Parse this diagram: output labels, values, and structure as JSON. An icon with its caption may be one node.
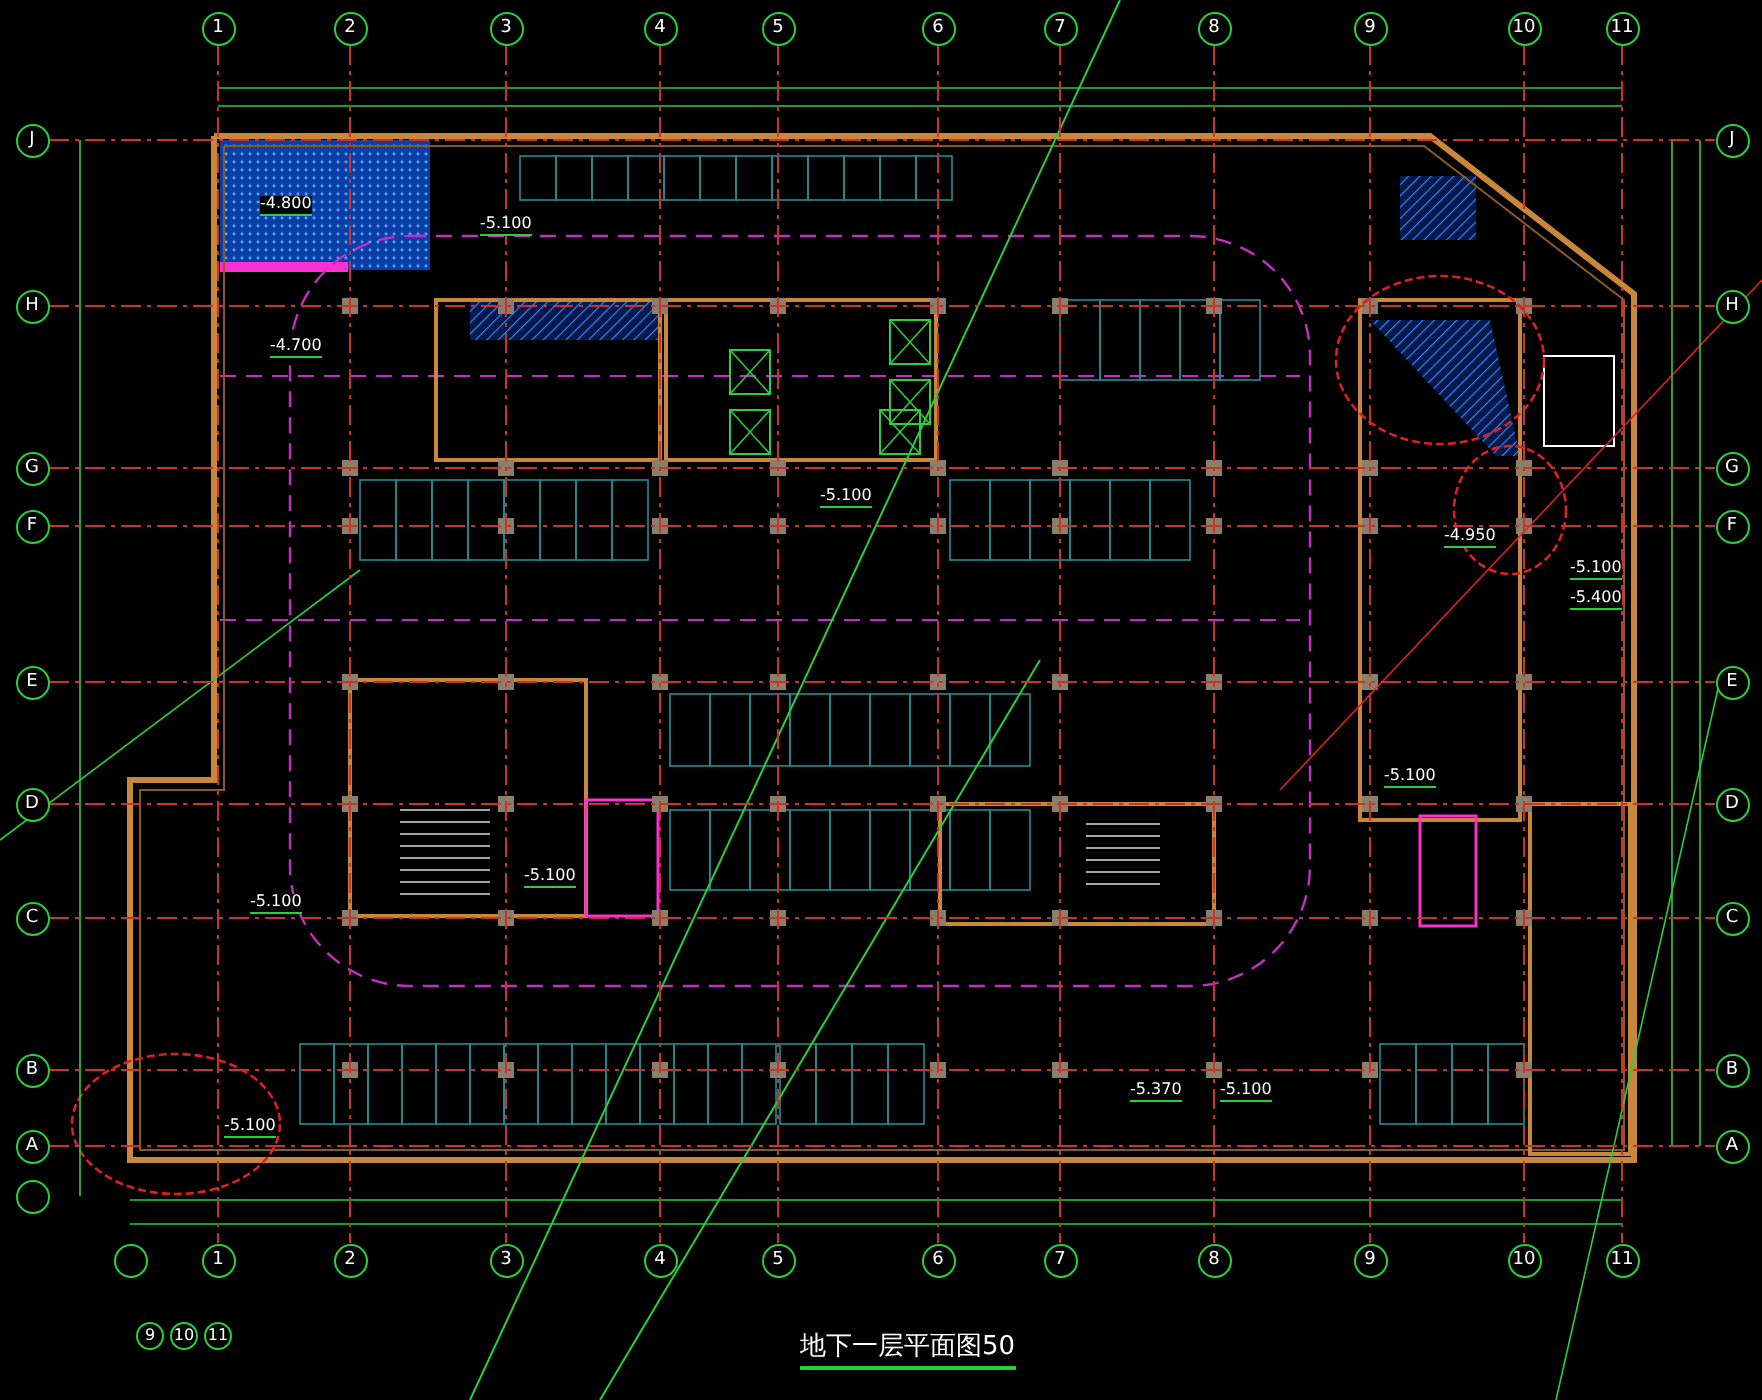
{
  "diagram": {
    "title": "地下一层平面图50",
    "nodes": [
      {
        "text": [
          "1"
        ]
      },
      {
        "text": [
          "2"
        ]
      },
      {
        "text": [
          "3"
        ]
      },
      {
        "text": [
          "4"
        ]
      },
      {
        "text": [
          "5"
        ]
      },
      {
        "text": [
          "6"
        ]
      },
      {
        "text": [
          "7"
        ]
      },
      {
        "text": [
          "8"
        ]
      },
      {
        "text": [
          "9"
        ]
      },
      {
        "text": [
          "10"
        ]
      },
      {
        "text": [
          "11"
        ]
      },
      {
        "text": [
          "J"
        ]
      },
      {
        "text": [
          "H"
        ]
      },
      {
        "text": [
          "G"
        ]
      },
      {
        "text": [
          "F"
        ]
      },
      {
        "text": [
          "E"
        ]
      },
      {
        "text": [
          "D"
        ]
      },
      {
        "text": [
          "C"
        ]
      },
      {
        "text": [
          "B"
        ]
      },
      {
        "text": [
          "A"
        ]
      },
      {
        "text": [
          "J"
        ]
      },
      {
        "text": [
          "H"
        ]
      },
      {
        "text": [
          "G"
        ]
      },
      {
        "text": [
          "F"
        ]
      },
      {
        "text": [
          "E"
        ]
      },
      {
        "text": [
          "D"
        ]
      },
      {
        "text": [
          "C"
        ]
      },
      {
        "text": [
          "B"
        ]
      },
      {
        "text": [
          "A"
        ]
      },
      {
        "text": [],
        "shape": "circle"
      },
      {
        "text": [
          "1"
        ]
      },
      {
        "text": [
          "2"
        ]
      },
      {
        "text": [
          "3"
        ]
      },
      {
        "text": [
          "4"
        ]
      },
      {
        "text": [
          "5"
        ]
      },
      {
        "text": [
          "6"
        ]
      },
      {
        "text": [
          "7"
        ]
      },
      {
        "text": [
          "8"
        ]
      },
      {
        "text": [
          "9"
        ]
      },
      {
        "text": [
          "10"
        ]
      },
      {
        "text": [
          "11"
        ]
      },
      {
        "text": [],
        "shape": "circle"
      },
      {
        "text": [
          "9"
        ]
      },
      {
        "text": [
          "10"
        ]
      },
      {
        "text": [
          "11"
        ]
      }
    ],
    "edges": [
      {
        "from": 0,
        "to": 30,
        "arrow": "none",
        "style": "dashed"
      },
      {
        "from": 1,
        "to": 31,
        "arrow": "none",
        "style": "dashed"
      },
      {
        "from": 2,
        "to": 32,
        "arrow": "none",
        "style": "dashed"
      },
      {
        "from": 3,
        "to": 33,
        "arrow": "none",
        "style": "dashed"
      },
      {
        "from": 4,
        "to": 34,
        "arrow": "none",
        "style": "dashed"
      },
      {
        "from": 5,
        "to": 35,
        "arrow": "none",
        "style": "dashed"
      },
      {
        "from": 6,
        "to": 36,
        "arrow": "none",
        "style": "dashed"
      },
      {
        "from": 7,
        "to": 37,
        "arrow": "none",
        "style": "dashed"
      },
      {
        "from": 8,
        "to": 38,
        "arrow": "none",
        "style": "dashed"
      },
      {
        "from": 9,
        "to": 39,
        "arrow": "none",
        "style": "dashed"
      },
      {
        "from": 10,
        "to": 40,
        "arrow": "none",
        "style": "dashed"
      },
      {
        "from": 11,
        "to": 20,
        "arrow": "none",
        "style": "dashed"
      },
      {
        "from": 12,
        "to": 21,
        "arrow": "none",
        "style": "dashed"
      },
      {
        "from": 13,
        "to": 22,
        "arrow": "none",
        "style": "dashed"
      },
      {
        "from": 14,
        "to": 23,
        "arrow": "none",
        "style": "dashed"
      },
      {
        "from": 15,
        "to": 24,
        "arrow": "none",
        "style": "dashed"
      },
      {
        "from": 16,
        "to": 25,
        "arrow": "none",
        "style": "dashed"
      },
      {
        "from": 17,
        "to": 26,
        "arrow": "none",
        "style": "dashed"
      },
      {
        "from": 18,
        "to": 27,
        "arrow": "none",
        "style": "dashed"
      },
      {
        "from": 19,
        "to": 28,
        "arrow": "none",
        "style": "dashed"
      }
    ],
    "labels": [
      "-4.800",
      "-5.100",
      "-4.700",
      "-5.100",
      "-4.950",
      "-5.100",
      "-5.400",
      "-5.100",
      "-5.100",
      "-5.100",
      "-5.370",
      "-5.100",
      "-5.100"
    ]
  }
}
